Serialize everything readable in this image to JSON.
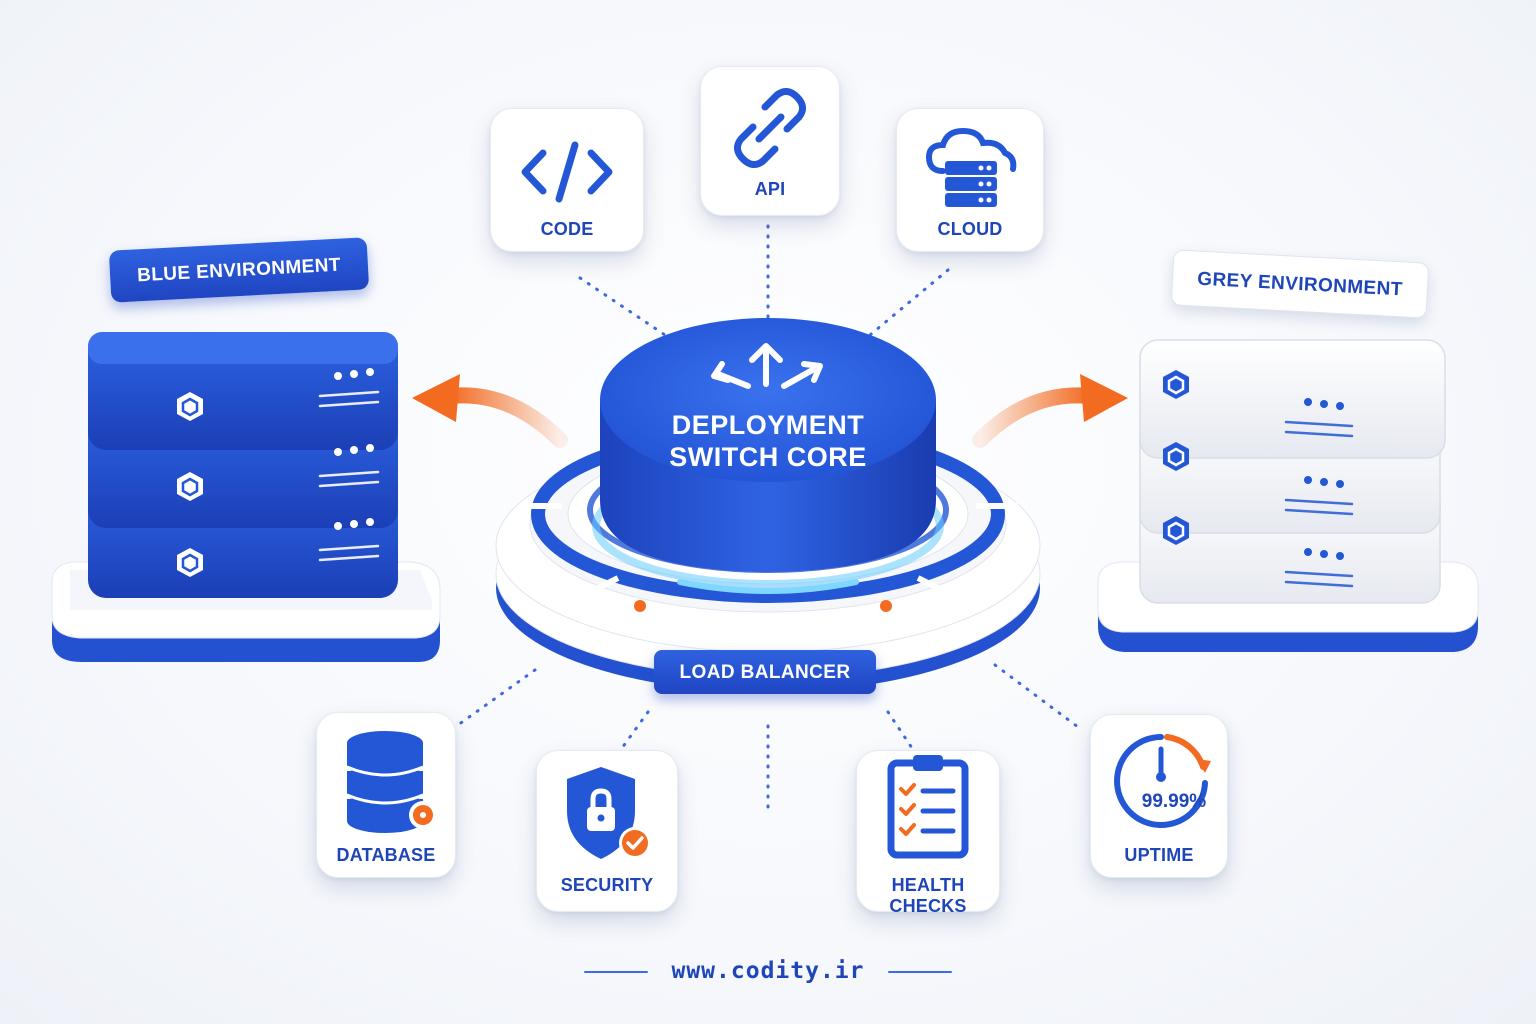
{
  "core": {
    "title_line1": "DEPLOYMENT",
    "title_line2": "SWITCH CORE",
    "badge": "LOAD BALANCER"
  },
  "environments": {
    "blue": {
      "label": "BLUE ENVIRONMENT",
      "color": "#2457d6"
    },
    "grey": {
      "label": "GREY ENVIRONMENT",
      "color": "#f3f5f9"
    }
  },
  "top_cards": [
    {
      "label": "CODE",
      "icon": "code-icon"
    },
    {
      "label": "API",
      "icon": "link-icon"
    },
    {
      "label": "CLOUD",
      "icon": "cloud-server-icon"
    }
  ],
  "bottom_cards": [
    {
      "label": "DATABASE",
      "icon": "database-icon"
    },
    {
      "label": "SECURITY",
      "icon": "shield-lock-icon"
    },
    {
      "label": "HEALTH CHECKS",
      "icon": "clipboard-checklist-icon"
    },
    {
      "label": "UPTIME",
      "icon": "gauge-icon",
      "value": "99.99%"
    }
  ],
  "footer": {
    "url": "www.codity.ir"
  },
  "colors": {
    "primary": "#2457d6",
    "accent": "#f26b21",
    "text": "#1e46b8",
    "glow": "#66ccff"
  }
}
